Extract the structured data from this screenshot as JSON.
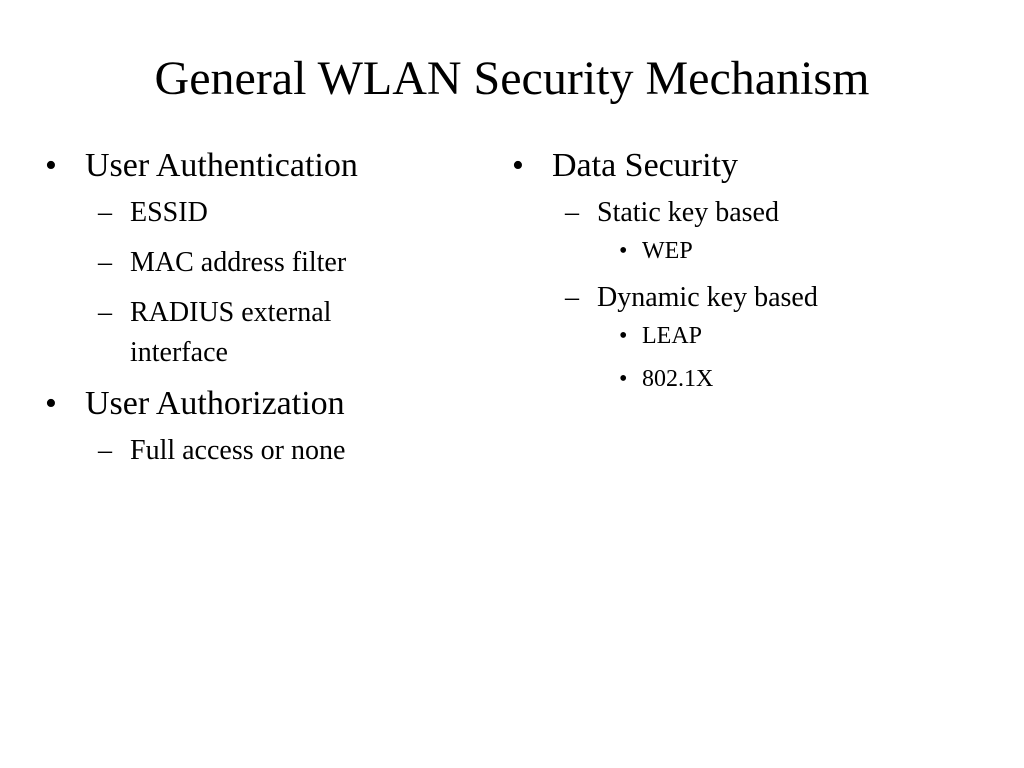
{
  "slide": {
    "title": "General WLAN Security Mechanism",
    "left": {
      "items": [
        {
          "label": "User Authentication",
          "subitems": [
            {
              "label": "ESSID"
            },
            {
              "label": "MAC address filter"
            },
            {
              "label": "RADIUS external interface"
            }
          ]
        },
        {
          "label": "User Authorization",
          "subitems": [
            {
              "label": "Full access or none"
            }
          ]
        }
      ]
    },
    "right": {
      "items": [
        {
          "label": "Data Security",
          "subitems": [
            {
              "label": "Static key based",
              "subitems": [
                {
                  "label": "WEP"
                }
              ]
            },
            {
              "label": "Dynamic key based",
              "subitems": [
                {
                  "label": "LEAP"
                },
                {
                  "label": "802.1X"
                }
              ]
            }
          ]
        }
      ]
    }
  },
  "marks": {
    "bullet": "•",
    "dash": "–"
  }
}
